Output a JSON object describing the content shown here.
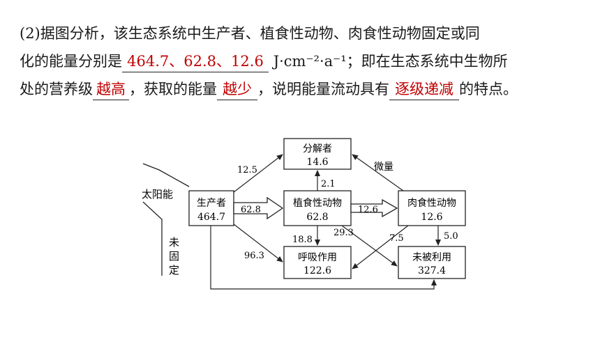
{
  "question": {
    "line1": "(2)据图分析，该生态系统中生产者、植食性动物、肉食性动物固定或同",
    "line2_prefix": "化的能量分别是",
    "answer1": "464.7、62.8、12.6",
    "unit": "J·cm⁻²·a⁻¹",
    "line2_suffix": "；即在生态系统中生物所",
    "line3_prefix": "处的营养级",
    "answer2": "越高",
    "line3_mid1": "，获取的能量",
    "answer3": "越少",
    "line3_mid2": "，说明能量流动具有",
    "answer4": "逐级递减",
    "line3_suffix": "的特点。"
  },
  "diagram": {
    "sun_label": "太阳能",
    "unfixed_label": "未固定",
    "producer": {
      "name": "生产者",
      "value": "464.7"
    },
    "decomposer": {
      "name": "分解者",
      "value": "14.6"
    },
    "herbivore": {
      "name": "植食性动物",
      "value": "62.8"
    },
    "carnivore": {
      "name": "肉食性动物",
      "value": "12.6"
    },
    "respiration": {
      "name": "呼吸作用",
      "value": "122.6"
    },
    "unused": {
      "name": "未被利用",
      "value": "327.4"
    },
    "flows": {
      "producer_to_decomposer": "12.5",
      "producer_to_herbivore": "62.8",
      "producer_to_respiration": "96.3",
      "herbivore_to_decomposer": "2.1",
      "herbivore_to_carnivore": "12.6",
      "herbivore_to_respiration": "18.8",
      "herbivore_to_unused": "29.3",
      "carnivore_to_decomposer": "微量",
      "carnivore_to_respiration": "7.5",
      "carnivore_to_unused": "5.0"
    },
    "colors": {
      "answer": "#c00000",
      "line": "#222222"
    }
  }
}
